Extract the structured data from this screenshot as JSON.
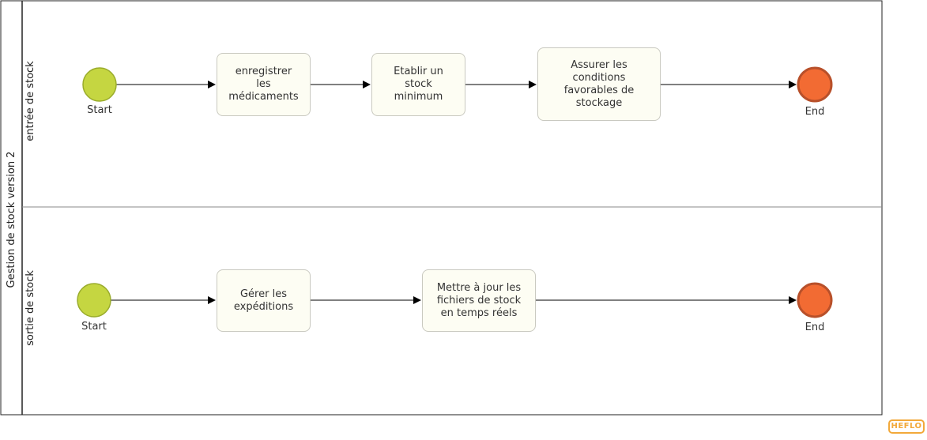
{
  "pool": {
    "title": "Gestion de stock version 2"
  },
  "lanes": [
    {
      "label": "entrée de stock",
      "start_label": "Start",
      "end_label": "End",
      "tasks": [
        "enregistrer\nles\nmédicaments",
        "Etablir un\nstock\nminimum",
        "Assurer les\nconditions\nfavorables de\nstockage"
      ]
    },
    {
      "label": "sortie de stock",
      "start_label": "Start",
      "end_label": "End",
      "tasks": [
        "Gérer les\nexpéditions",
        "Mettre à jour les\nfichiers de stock\nen temps réels"
      ]
    }
  ],
  "colors": {
    "start_event_fill": "#c5d641",
    "start_event_stroke": "#9aac2c",
    "end_event_fill": "#f26b33",
    "end_event_stroke": "#b8502a",
    "task_fill": "#fdfdf3",
    "logo": "#f2a93b"
  },
  "watermark": {
    "text": "HEFLO"
  }
}
